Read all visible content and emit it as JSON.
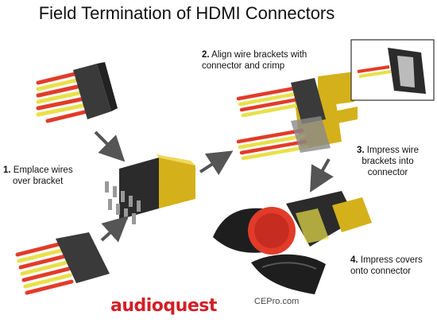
{
  "title": "Field Termination of HDMI Connectors",
  "steps": [
    {
      "num": "1.",
      "text_line1": "Emplace wires",
      "text_line2": "over bracket"
    },
    {
      "num": "2.",
      "text_line1": "Align wire brackets with",
      "text_line2": "connector and crimp"
    },
    {
      "num": "3.",
      "text_line1": "Impress wire",
      "text_line2": "brackets into",
      "text_line3": "connector"
    },
    {
      "num": "4.",
      "text_line1": "Impress covers",
      "text_line2": "onto connector"
    }
  ],
  "brand": "audioquest",
  "watermark": "CEPro.com",
  "colors": {
    "wire_red": "#e23b2a",
    "wire_yellow": "#e8e04a",
    "connector_gold": "#d4b11a",
    "dark": "#2b2b2b",
    "arrow": "#555555",
    "brand": "#d31f26"
  }
}
